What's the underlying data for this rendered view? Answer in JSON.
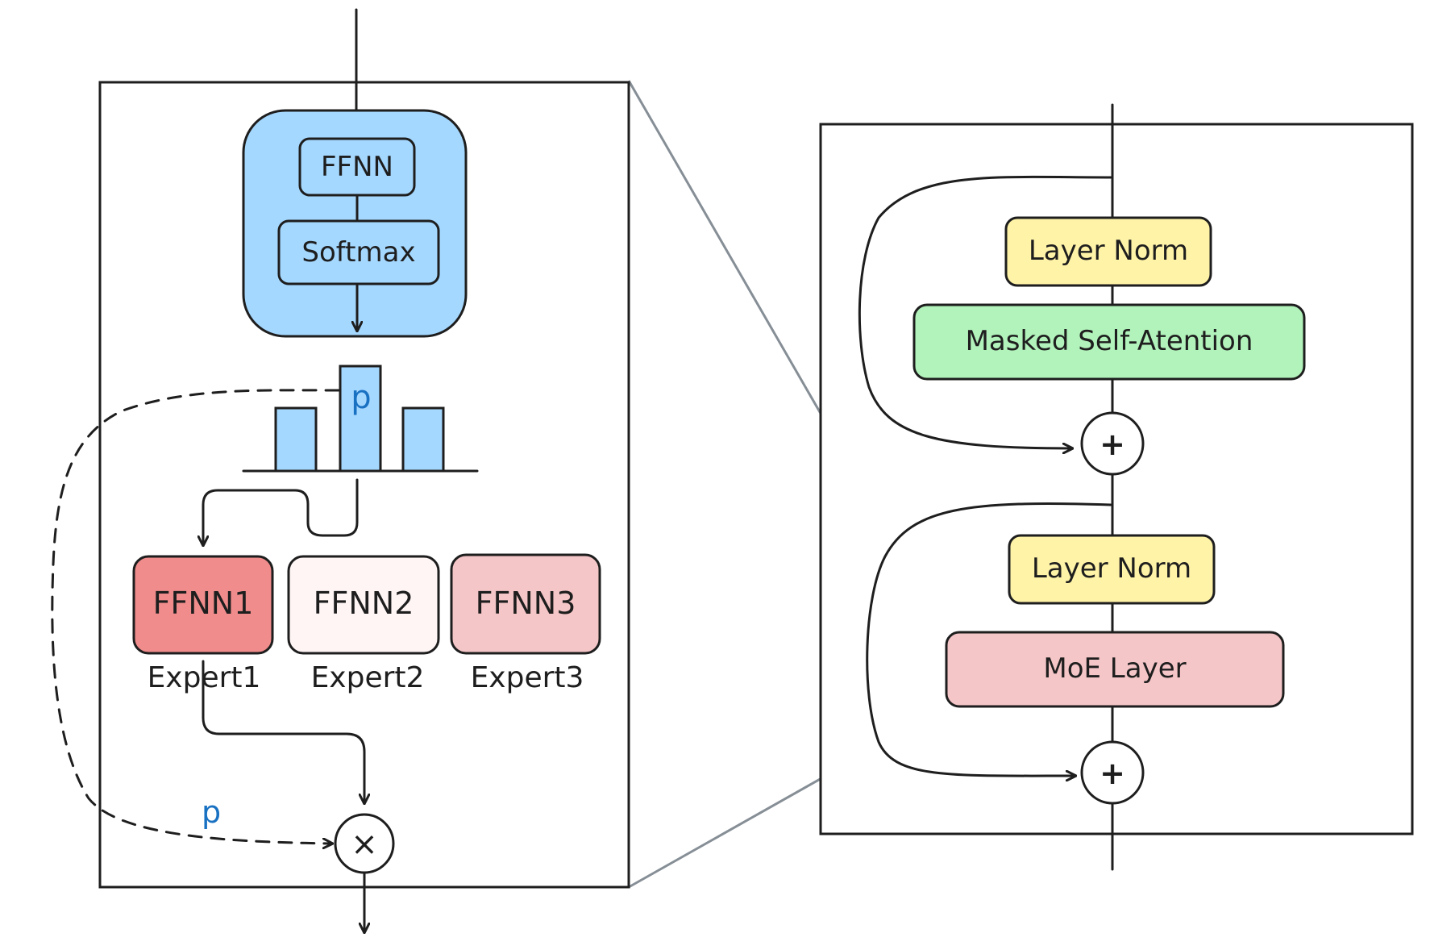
{
  "colors": {
    "router_fill": "#a5d8ff",
    "bar_fill": "#a5d8ff",
    "p_label": "#1971c2",
    "ffnn1_fill": "#f08c8c",
    "ffnn2_fill": "#fff5f5",
    "ffnn3_fill": "#f5c6c8",
    "layer_norm_fill": "#fff3a8",
    "attention_fill": "#b2f2bb",
    "moe_fill": "#f5c6c8",
    "connector_line": "#868e96",
    "ink": "#1e1e1e"
  },
  "router": {
    "ffnn_label": "FFNN",
    "softmax_label": "Softmax"
  },
  "gate": {
    "probability_label": "p",
    "weight_label": "p",
    "distribution": [
      0.6,
      1.0,
      0.6
    ]
  },
  "experts": [
    {
      "box_label": "FFNN1",
      "caption": "Expert1"
    },
    {
      "box_label": "FFNN2",
      "caption": "Expert2"
    },
    {
      "box_label": "FFNN3",
      "caption": "Expert3"
    }
  ],
  "operators": {
    "multiply": "×",
    "add": "+"
  },
  "decoder_block": {
    "layer_norm_1": "Layer Norm",
    "attention": "Masked Self-Atention",
    "layer_norm_2": "Layer Norm",
    "moe": "MoE Layer"
  }
}
